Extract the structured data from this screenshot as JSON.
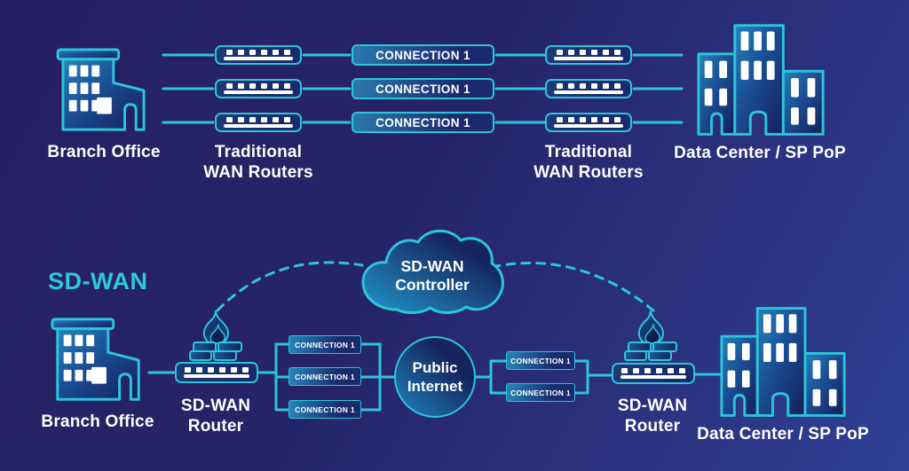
{
  "colors": {
    "accent_teal": "#2CC5DA",
    "background_top_left": "#252063",
    "background_bottom_right": "#2E4095",
    "label_white": "#FFFFFF",
    "node_fill_dark": "#1A2A6C",
    "node_fill_light": "#2484BB"
  },
  "traditional": {
    "branch_office": "Branch Office",
    "left_routers": "Traditional\nWAN Routers",
    "right_routers": "Traditional\nWAN Routers",
    "data_center": "Data Center / SP PoP",
    "connections": [
      "CONNECTION 1",
      "CONNECTION 1",
      "CONNECTION 1"
    ]
  },
  "sdwan": {
    "section_label": "SD-WAN",
    "branch_office": "Branch Office",
    "controller": "SD-WAN\nController",
    "left_router": "SD-WAN\nRouter",
    "right_router": "SD-WAN\nRouter",
    "public_internet": "Public\nInternet",
    "left_connections": [
      "CONNECTION 1",
      "CONNECTION 1",
      "CONNECTION 1"
    ],
    "right_connections": [
      "CONNECTION 1",
      "CONNECTION 1"
    ],
    "data_center": "Data Center / SP PoP"
  }
}
